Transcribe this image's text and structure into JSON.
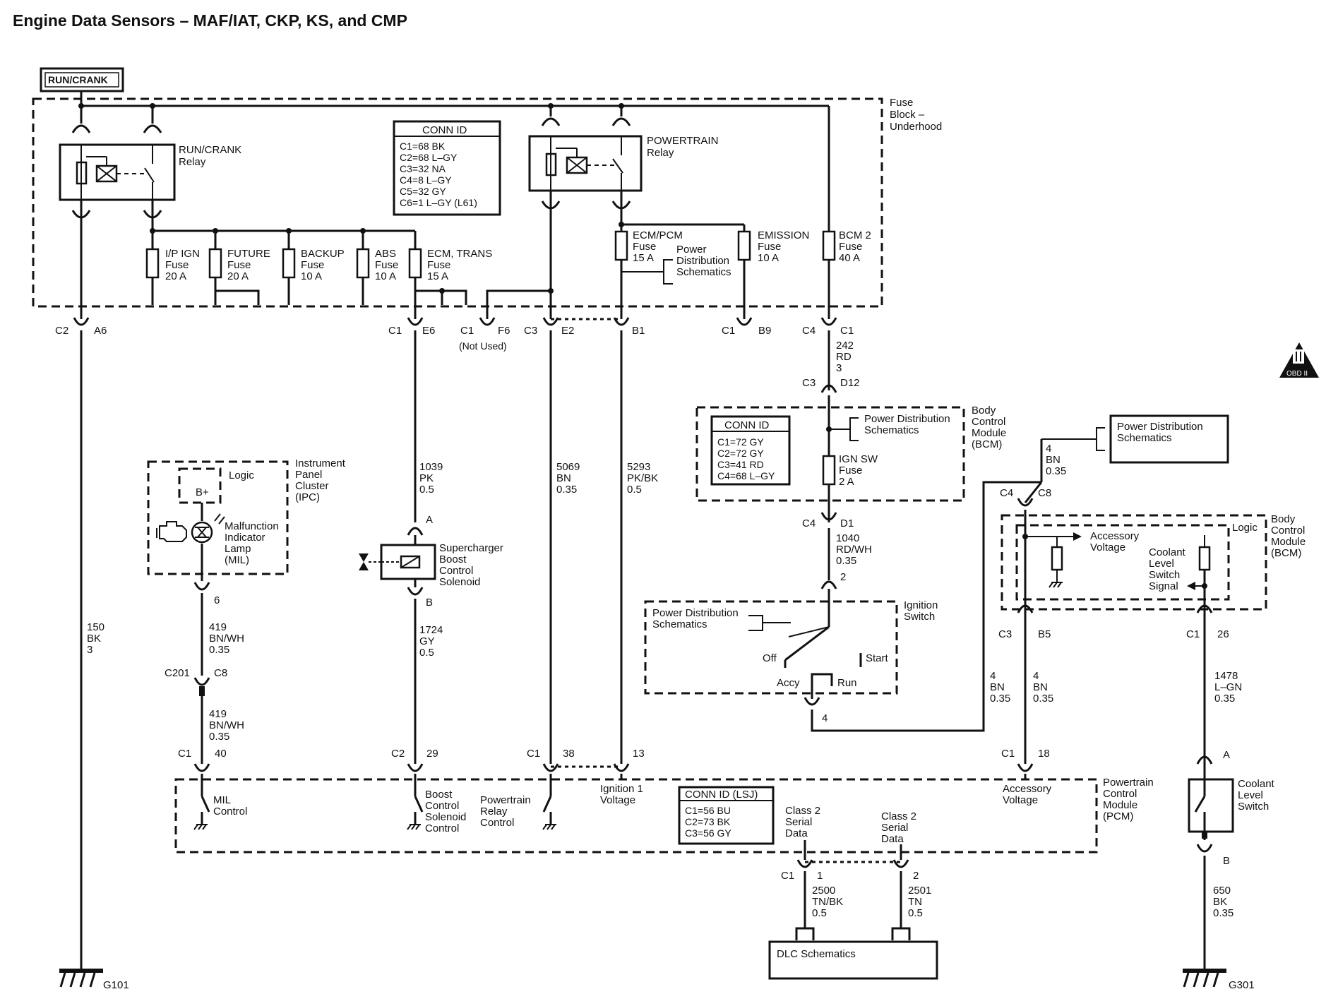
{
  "title": "Engine Data Sensors – MAF/IAT, CKP, KS, and CMP",
  "power_tag": "RUN/CRANK",
  "fuse_block": [
    "Fuse",
    "Block –",
    "Underhood"
  ],
  "relays": {
    "run_crank": [
      "RUN/CRANK",
      "Relay"
    ],
    "powertrain": [
      "POWERTRAIN",
      "Relay"
    ]
  },
  "conn_id_fuse_block": {
    "header": "CONN ID",
    "lines": [
      "C1=68 BK",
      "C2=68 L–GY",
      "C3=32 NA",
      "C4=8 L–GY",
      "C5=32 GY",
      "C6=1 L–GY (L61)"
    ]
  },
  "fuses": {
    "ip_ign": [
      "I/P IGN",
      "Fuse",
      "20 A"
    ],
    "future": [
      "FUTURE",
      "Fuse",
      "20 A"
    ],
    "backup": [
      "BACKUP",
      "Fuse",
      "10 A"
    ],
    "abs": [
      "ABS",
      "Fuse",
      "10 A"
    ],
    "ecm_trans": [
      "ECM, TRANS",
      "Fuse",
      "15 A"
    ],
    "ecm_pcm": [
      "ECM/PCM",
      "Fuse",
      "15 A"
    ],
    "emission": [
      "EMISSION",
      "Fuse",
      "10 A"
    ],
    "bcm2": [
      "BCM 2",
      "Fuse",
      "40 A"
    ],
    "ign_sw": [
      "IGN SW",
      "Fuse",
      "2 A"
    ]
  },
  "power_dist_fuse_block": [
    "Power",
    "Distribution",
    "Schematics"
  ],
  "connector_row": {
    "c2": "C2",
    "a6": "A6",
    "c1_e6": "C1",
    "e6": "E6",
    "c1_f6": "C1",
    "f6": "F6",
    "not_used": "(Not Used)",
    "c3": "C3",
    "e2": "E2",
    "b1": "B1",
    "c1_b9": "C1",
    "b9": "B9",
    "c4": "C4",
    "c1_bcm": "C1"
  },
  "wires": {
    "w242": [
      "242",
      "RD",
      "3"
    ],
    "w150": [
      "150",
      "BK",
      "3"
    ],
    "w1039": [
      "1039",
      "PK",
      "0.5"
    ],
    "w5069": [
      "5069",
      "BN",
      "0.35"
    ],
    "w5293": [
      "5293",
      "PK/BK",
      "0.5"
    ],
    "w419a": [
      "419",
      "BN/WH",
      "0.35"
    ],
    "w419b": [
      "419",
      "BN/WH",
      "0.35"
    ],
    "w1724": [
      "1724",
      "GY",
      "0.5"
    ],
    "w1040": [
      "1040",
      "RD/WH",
      "0.35"
    ],
    "w4_top": [
      "4",
      "BN",
      "0.35"
    ],
    "w4_left": [
      "4",
      "BN",
      "0.35"
    ],
    "w4_right": [
      "4",
      "BN",
      "0.35"
    ],
    "w1478": [
      "1478",
      "L–GN",
      "0.35"
    ],
    "w650": [
      "650",
      "BK",
      "0.35"
    ],
    "w2500": [
      "2500",
      "TN/BK",
      "0.5"
    ],
    "w2501": [
      "2501",
      "TN",
      "0.5"
    ]
  },
  "bcm_top": {
    "label": [
      "Body",
      "Control",
      "Module",
      "(BCM)"
    ],
    "c3": "C3",
    "d12": "D12",
    "c4": "C4",
    "d1": "D1",
    "power_dist": [
      "Power Distribution",
      "Schematics"
    ],
    "conn_id": {
      "header": "CONN ID",
      "lines": [
        "C1=72 GY",
        "C2=72 GY",
        "C3=41 RD",
        "C4=68 L–GY"
      ]
    }
  },
  "power_dist_right": [
    "Power Distribution",
    "Schematics"
  ],
  "obd": "OBD II",
  "ipc": {
    "label": [
      "Instrument",
      "Panel",
      "Cluster",
      "(IPC)"
    ],
    "logic": "Logic",
    "bplus": "B+",
    "mil": [
      "Malfunction",
      "Indicator",
      "Lamp",
      "(MIL)"
    ],
    "pin": "6"
  },
  "c201": {
    "c201": "C201",
    "c8": "C8"
  },
  "solenoid": {
    "label": [
      "Supercharger",
      "Boost",
      "Control",
      "Solenoid"
    ],
    "pin_a": "A",
    "pin_b": "B"
  },
  "ign_switch": {
    "label": [
      "Ignition",
      "Switch"
    ],
    "pin2": "2",
    "pin4": "4",
    "power_dist": [
      "Power Distribution",
      "Schematics"
    ],
    "off": "Off",
    "start": "Start",
    "accy": "Accy",
    "run": "Run"
  },
  "bcm_right": {
    "label": [
      "Body",
      "Control",
      "Module",
      "(BCM)"
    ],
    "logic": "Logic",
    "acc_voltage": [
      "Accessory",
      "Voltage"
    ],
    "coolant_signal": [
      "Coolant",
      "Level",
      "Switch",
      "Signal"
    ],
    "c4": "C4",
    "c8": "C8",
    "c3": "C3",
    "b5": "B5",
    "c1": "C1",
    "p26": "26"
  },
  "pcm": {
    "label": [
      "Powertrain",
      "Control",
      "Module",
      "(PCM)"
    ],
    "c1_40": "C1",
    "p40": "40",
    "c2_29": "C2",
    "p29": "29",
    "c1_38": "C1",
    "p38": "38",
    "p13": "13",
    "c1_18": "C1",
    "p18": "18",
    "mil_control": [
      "MIL",
      "Control"
    ],
    "boost": [
      "Boost",
      "Control",
      "Solenoid",
      "Control"
    ],
    "ptr_relay": [
      "Powertrain",
      "Relay",
      "Control"
    ],
    "ign1": [
      "Ignition 1",
      "Voltage"
    ],
    "acc_voltage": [
      "Accessory",
      "Voltage"
    ],
    "class2a": [
      "Class 2",
      "Serial",
      "Data"
    ],
    "class2b": [
      "Class 2",
      "Serial",
      "Data"
    ],
    "conn_id": {
      "header": "CONN ID (LSJ)",
      "lines": [
        "C1=56 BU",
        "C2=73 BK",
        "C3=56 GY"
      ]
    }
  },
  "coolant_switch": {
    "label": [
      "Coolant",
      "Level",
      "Switch"
    ],
    "pin_a": "A",
    "pin_b": "B"
  },
  "dlc": {
    "c1": "C1",
    "p1": "1",
    "p2": "2",
    "label": "DLC Schematics"
  },
  "grounds": {
    "g101": "G101",
    "g301": "G301"
  }
}
